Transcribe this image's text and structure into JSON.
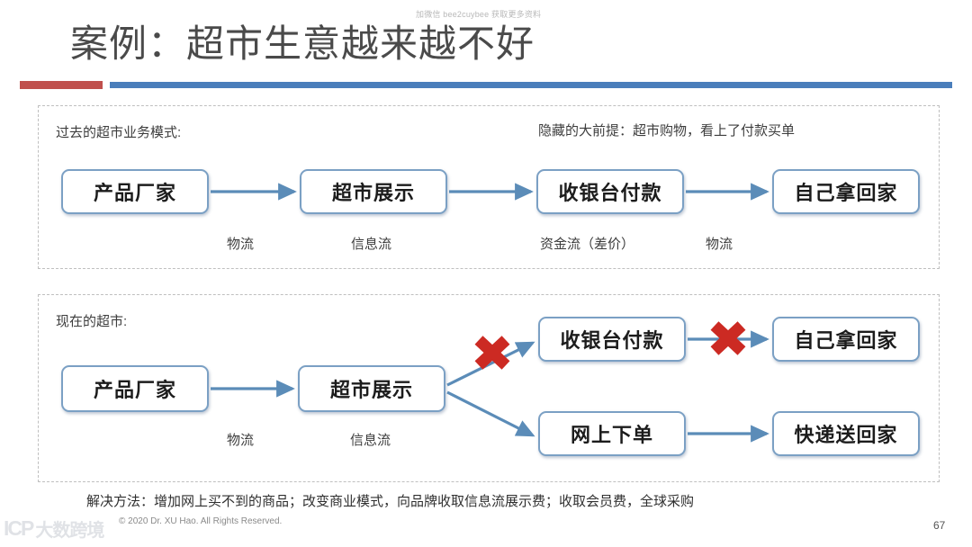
{
  "slide": {
    "title": "案例：超市生意越来越不好",
    "page_number": "67",
    "top_watermark": "加微信 bee2cuybee 获取更多资料",
    "copyright": "© 2020 Dr. XU Hao. All Rights Reserved.",
    "logo_mark": "ICP",
    "logo_text": "大数跨境",
    "accent_red": "#c0504d",
    "accent_blue": "#4a7ebb",
    "box_border_color": "#7ba0c4",
    "arrow_color": "#5b8cb8",
    "x_color": "#cc2a23"
  },
  "section_past": {
    "caption": "过去的超市业务模式:",
    "premise": "隐藏的大前提：超市购物，看上了付款买单",
    "boxes": [
      {
        "label": "产品厂家"
      },
      {
        "label": "超市展示"
      },
      {
        "label": "收银台付款"
      },
      {
        "label": "自己拿回家"
      }
    ],
    "flow_labels": [
      {
        "label": "物流"
      },
      {
        "label": "信息流"
      },
      {
        "label": "资金流（差价）"
      },
      {
        "label": "物流"
      }
    ]
  },
  "section_now": {
    "caption": "现在的超市:",
    "boxes": [
      {
        "label": "产品厂家"
      },
      {
        "label": "超市展示"
      },
      {
        "label": "收银台付款"
      },
      {
        "label": "自己拿回家"
      },
      {
        "label": "网上下单"
      },
      {
        "label": "快递送回家"
      }
    ],
    "flow_labels": [
      {
        "label": "物流"
      },
      {
        "label": "信息流"
      }
    ],
    "blockers": [
      {
        "name": "branch-to-checkout"
      },
      {
        "name": "checkout-to-carry-home"
      }
    ]
  },
  "footer": {
    "solution": "解决方法：增加网上买不到的商品；改变商业模式，向品牌收取信息流展示费；收取会员费，全球采购"
  }
}
